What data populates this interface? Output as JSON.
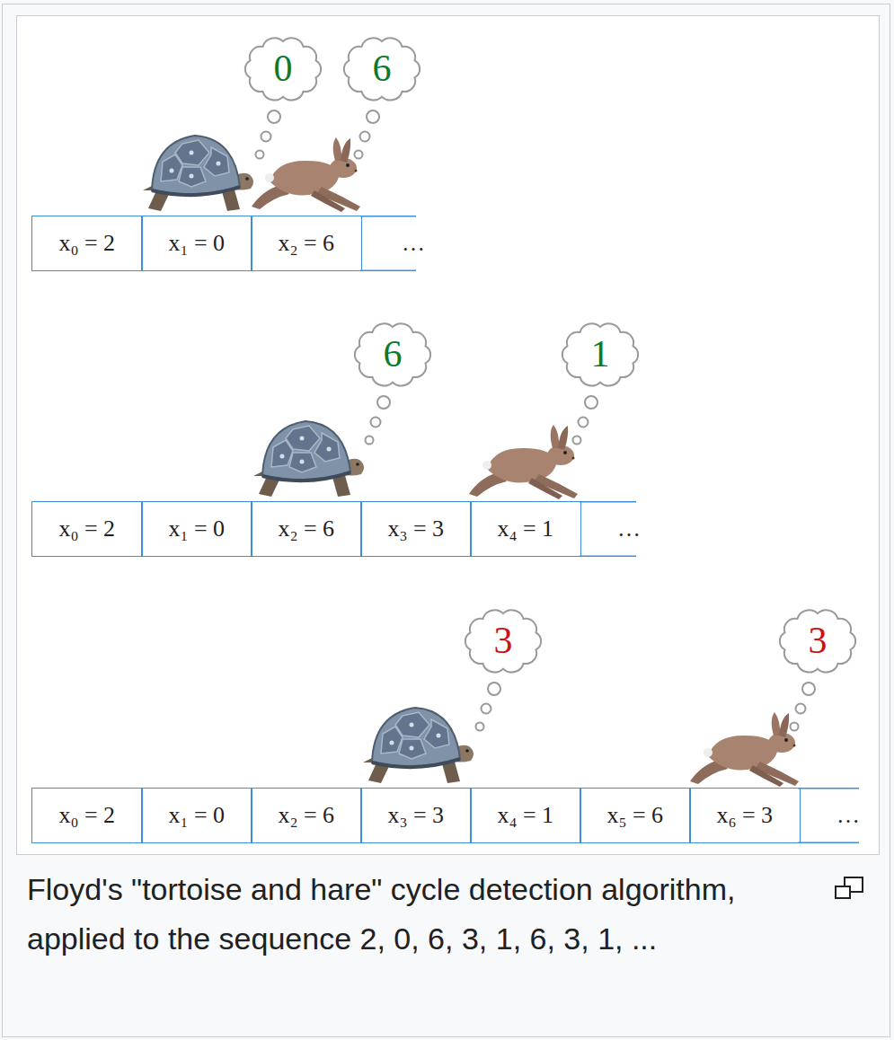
{
  "diagram": {
    "caption": "Floyd's \"tortoise and hare\" cycle detection algorithm, applied to the sequence 2, 0, 6, 3, 1, 6, 3, 1, ...",
    "nodes": [
      {
        "text": [
          "0"
        ]
      },
      {
        "text": [
          "6"
        ]
      },
      {
        "text": [
          "x₀ = 2"
        ]
      },
      {
        "text": [
          "x₁ = 0"
        ]
      },
      {
        "text": [
          "x₂ = 6"
        ]
      },
      {
        "text": [
          "6"
        ]
      },
      {
        "text": [
          "1"
        ]
      },
      {
        "text": [
          "x₀ = 2"
        ]
      },
      {
        "text": [
          "x₁ = 0"
        ]
      },
      {
        "text": [
          "x₂ = 6"
        ]
      },
      {
        "text": [
          "x₃ = 3"
        ]
      },
      {
        "text": [
          "x₄ = 1"
        ]
      },
      {
        "text": [
          "3"
        ]
      },
      {
        "text": [
          "3"
        ]
      },
      {
        "text": [
          "x₀ = 2"
        ]
      },
      {
        "text": [
          "x₁ = 0"
        ]
      },
      {
        "text": [
          "x₂ = 6"
        ]
      },
      {
        "text": [
          "x₃ = 3"
        ]
      },
      {
        "text": [
          "x₄ = 1"
        ]
      },
      {
        "text": [
          "x₅ = 6"
        ]
      },
      {
        "text": [
          "x₆ = 3"
        ]
      }
    ],
    "labels": [
      "…",
      "…",
      "…"
    ]
  }
}
